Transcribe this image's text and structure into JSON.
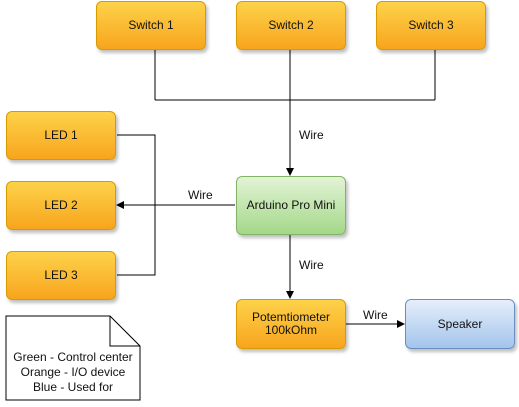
{
  "nodes": {
    "switch1": "Switch 1",
    "switch2": "Switch 2",
    "switch3": "Switch 3",
    "led1": "LED 1",
    "led2": "LED 2",
    "led3": "LED 3",
    "arduino": "Arduino Pro Mini",
    "potentiometer_line1": "Potemtiometer",
    "potentiometer_line2": "100kOhm",
    "speaker": "Speaker"
  },
  "edges": {
    "switches_to_arduino": "Wire",
    "arduino_to_leds": "Wire",
    "arduino_to_potentiometer": "Wire",
    "potentiometer_to_speaker": "Wire"
  },
  "legend": {
    "line1": "Green - Control center",
    "line2": "Orange - I/O device",
    "line3": "Blue - Used for"
  },
  "colors": {
    "orange_fill": "#f7a51d",
    "green_fill": "#a4d889",
    "blue_fill": "#a3c4ec",
    "connector": "#000000"
  }
}
